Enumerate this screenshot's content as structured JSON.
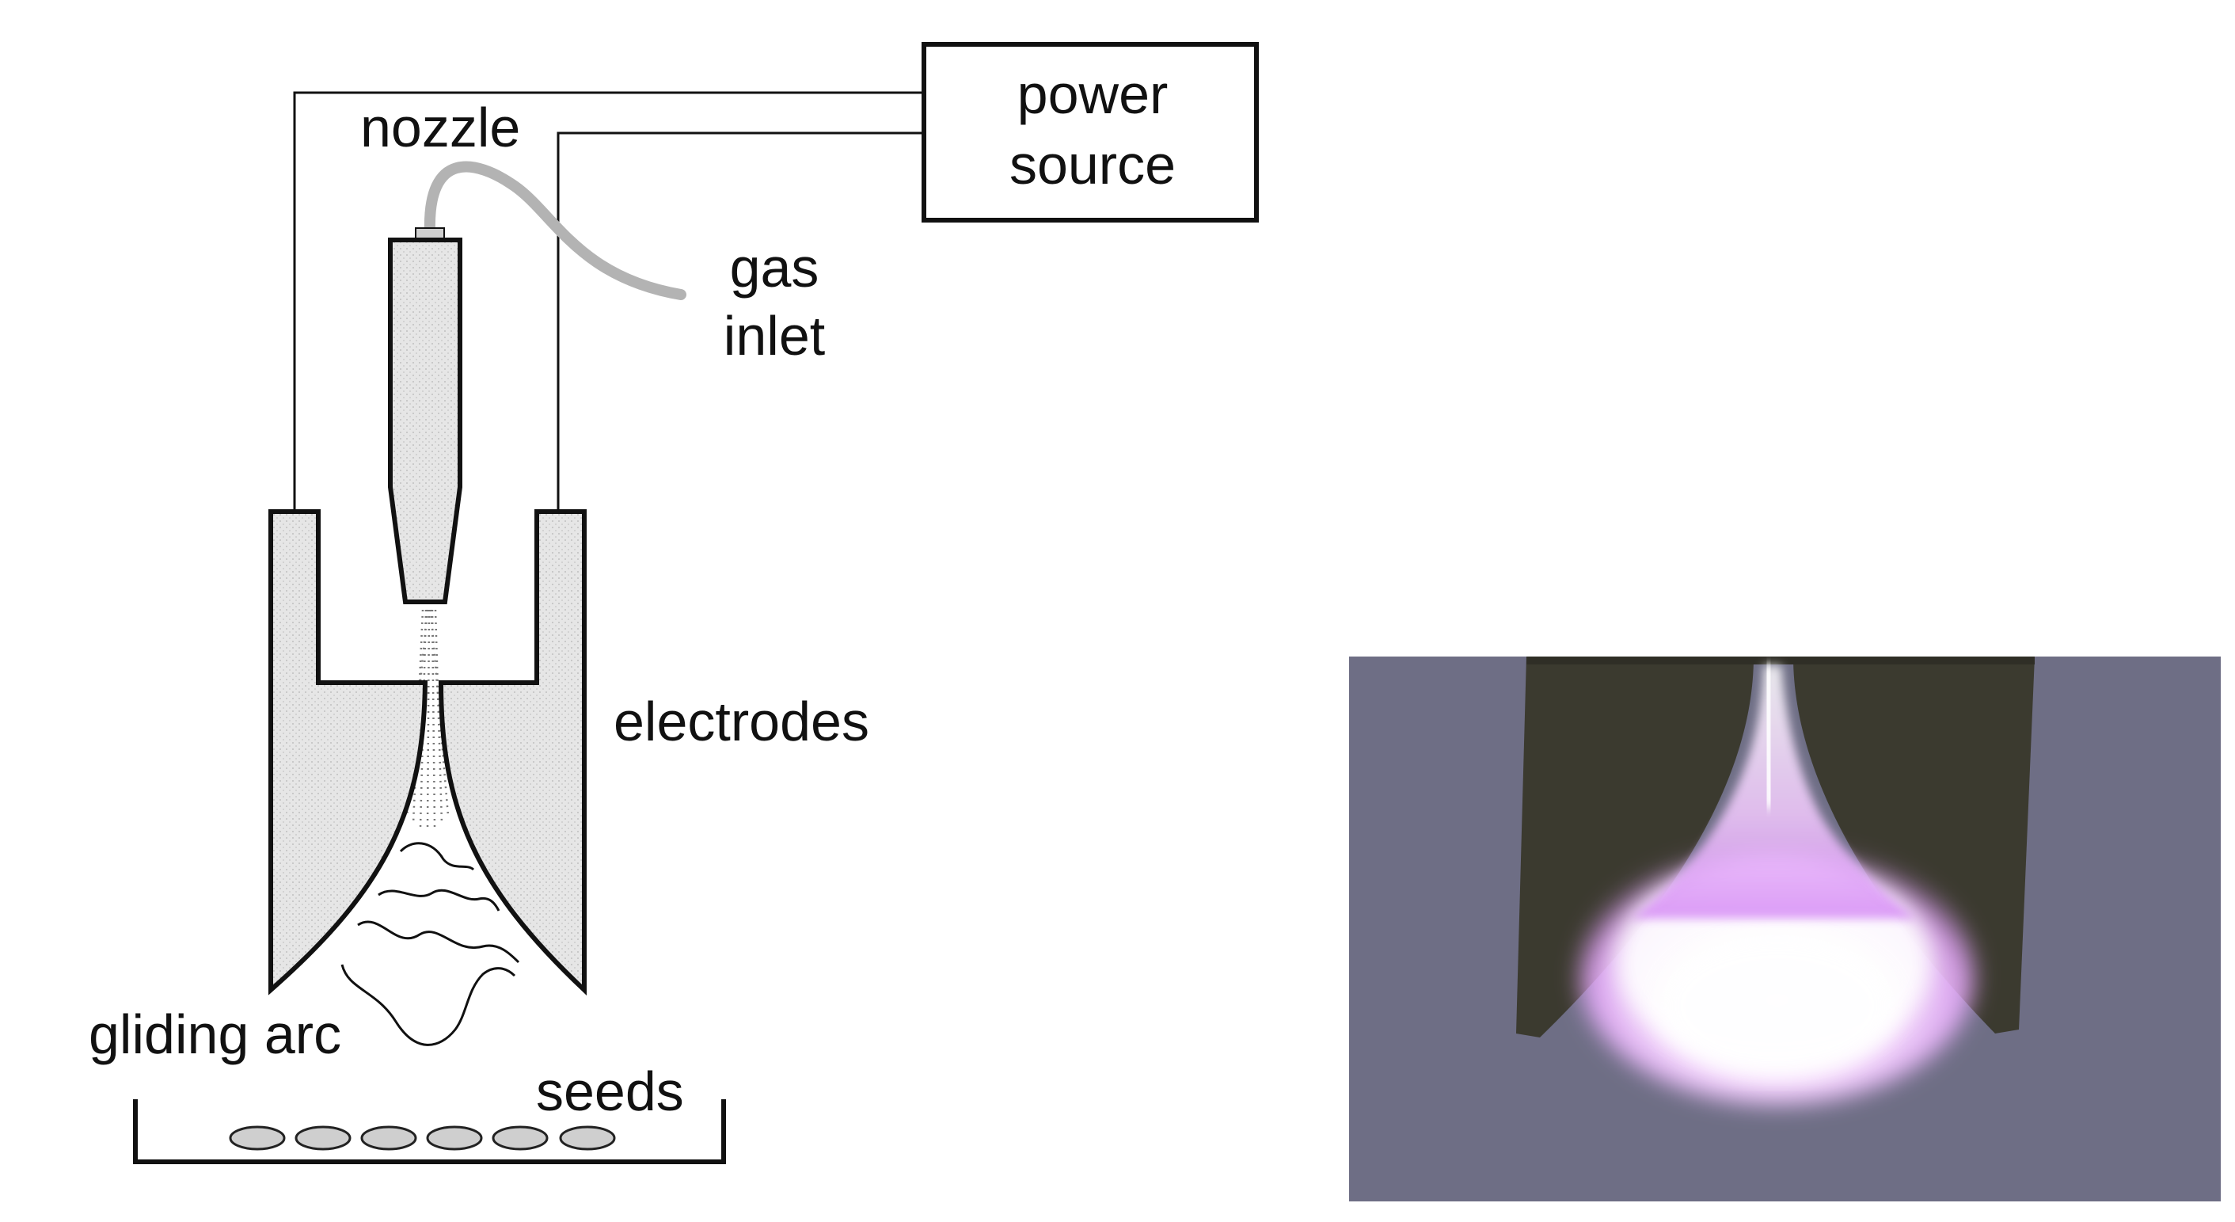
{
  "diagram": {
    "labels": {
      "power_source_line1": "power",
      "power_source_line2": "source",
      "nozzle": "nozzle",
      "gas_inlet_line1": "gas",
      "gas_inlet_line2": "inlet",
      "electrodes": "electrodes",
      "gliding_arc": "gliding arc",
      "seeds": "seeds"
    },
    "colors": {
      "line": "#111111",
      "electrode_fill": "#e6e6e6",
      "gas_tube": "#b3b3b3"
    }
  },
  "photo": {
    "colors": {
      "background": "#6a6a82",
      "electrode": "#3b3a2f",
      "plasma_core": "#ffffff",
      "plasma_glow": "#e9a7ff"
    }
  }
}
